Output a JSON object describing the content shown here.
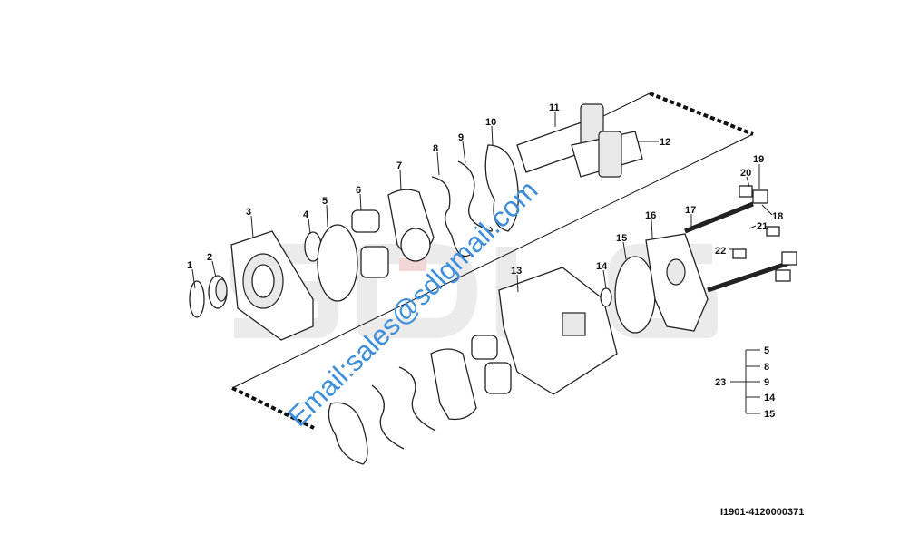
{
  "watermark": {
    "logo_text": "SDLG",
    "email": "Email:sales@sdlgmail.com"
  },
  "callouts": [
    {
      "n": "1"
    },
    {
      "n": "2"
    },
    {
      "n": "3"
    },
    {
      "n": "4"
    },
    {
      "n": "5"
    },
    {
      "n": "6"
    },
    {
      "n": "7"
    },
    {
      "n": "8"
    },
    {
      "n": "9"
    },
    {
      "n": "10"
    },
    {
      "n": "11"
    },
    {
      "n": "12"
    },
    {
      "n": "13"
    },
    {
      "n": "14"
    },
    {
      "n": "15"
    },
    {
      "n": "16"
    },
    {
      "n": "17"
    },
    {
      "n": "18"
    },
    {
      "n": "19"
    },
    {
      "n": "20"
    },
    {
      "n": "21"
    },
    {
      "n": "22"
    }
  ],
  "kit": {
    "label": "23",
    "items": [
      "5",
      "8",
      "9",
      "14",
      "15"
    ]
  },
  "document_id": "I1901-4120000371"
}
